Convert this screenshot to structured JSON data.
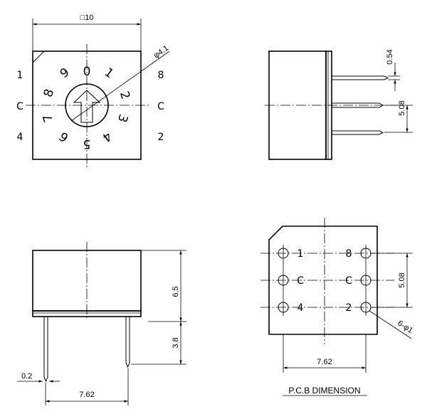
{
  "top_view": {
    "width_dim": "□10",
    "diameter_dim": "φ4.1",
    "dial_digits": [
      "0",
      "1",
      "2",
      "3",
      "4",
      "5",
      "6",
      "7",
      "8",
      "9"
    ],
    "side_labels": {
      "left_top": "1",
      "left_mid": "C",
      "left_bottom": "4",
      "right_top": "8",
      "right_mid": "C",
      "right_bottom": "2"
    }
  },
  "side_view": {
    "pin_width_dim": "0.54",
    "pin_pitch_dim": "5.08"
  },
  "front_view": {
    "body_height_dim": "6.5",
    "pin_length_dim": "3.8",
    "pin_dia_dim": "0.2",
    "pitch_dim": "7.62"
  },
  "pcb": {
    "row_left": [
      "1",
      "C",
      "4"
    ],
    "row_right": [
      "8",
      "C",
      "2"
    ],
    "vertical_dim": "5.08",
    "hole_dim": "6-φ1",
    "horizontal_dim": "7.62",
    "caption": "P.C.B DIMENSION"
  }
}
